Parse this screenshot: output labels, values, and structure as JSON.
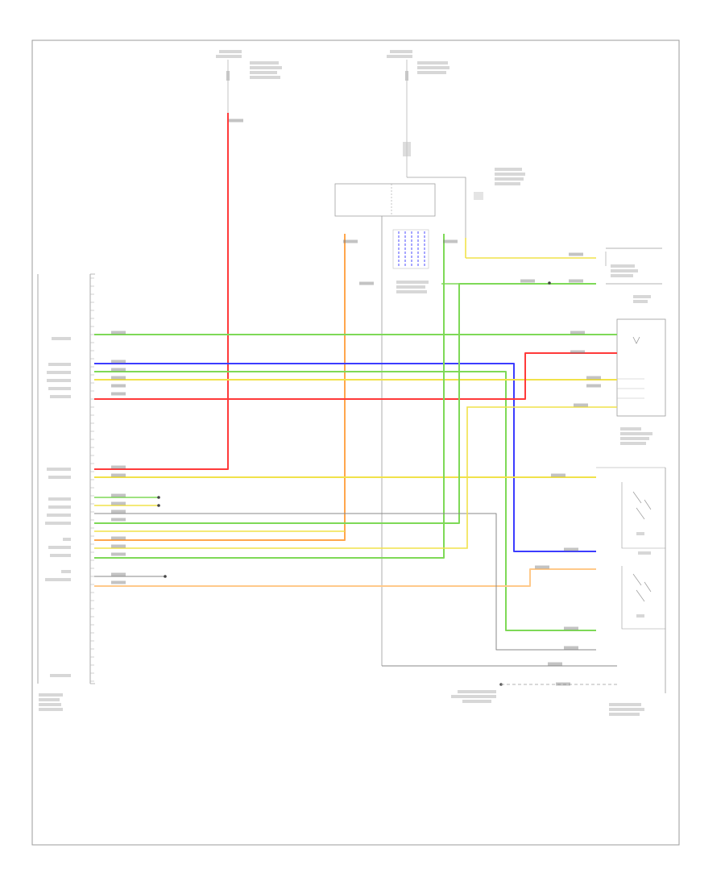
{
  "diagram_code": "",
  "colors": {
    "green": "#7ed957",
    "blue": "#3c3cff",
    "red": "#ff3a3a",
    "yellow": "#f1e24a",
    "orange": "#ffa64d",
    "light_orange": "#ffc98a",
    "grey": "#8a8a8a",
    "frame": "#9b9b9b"
  },
  "wires": [
    {
      "id": "w-red-top",
      "color": "red"
    },
    {
      "id": "w-orange-main",
      "color": "orange"
    },
    {
      "id": "w-green-top",
      "color": "green"
    },
    {
      "id": "w-blue",
      "color": "blue"
    },
    {
      "id": "w-green-2",
      "color": "green"
    },
    {
      "id": "w-yellow-1",
      "color": "yellow"
    },
    {
      "id": "w-red-lower",
      "color": "red"
    },
    {
      "id": "w-yellow-2",
      "color": "yellow"
    },
    {
      "id": "w-light-orange",
      "color": "light_orange"
    },
    {
      "id": "w-green-3",
      "color": "green"
    },
    {
      "id": "w-green-4",
      "color": "green"
    },
    {
      "id": "w-grey-1",
      "color": "grey"
    },
    {
      "id": "w-grey-2",
      "color": "grey"
    }
  ]
}
